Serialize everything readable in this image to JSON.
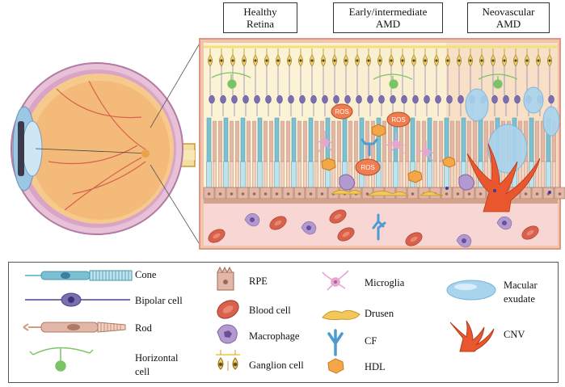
{
  "headers": {
    "healthy": "Healthy\nRetina",
    "early": "Early/intermediate\nAMD",
    "neo": "Neovascular\nAMD"
  },
  "ros_labels": [
    "ROS",
    "ROS",
    "ROS"
  ],
  "legend": {
    "cone": "Cone",
    "bipolar": "Bipolar cell",
    "rod": "Rod",
    "horizontal": "Horizontal\ncell",
    "rpe": "RPE",
    "blood": "Blood cell",
    "macrophage": "Macrophage",
    "ganglion": "Ganglion cell",
    "microglia": "Microglia",
    "drusen": "Drusen",
    "cf": "CF",
    "hdl": "HDL",
    "exudate": "Macular\nexudate",
    "cnv": "CNV"
  },
  "colors": {
    "frame": "#e8a88f",
    "retina_bg": "#fbf3d6",
    "early_bg": "#faf0d4",
    "neo_bg": "#f8e1c8",
    "choroid": "#f7d4d2",
    "cone": "#7cc0d4",
    "rod": "#e3b7a7",
    "bipolar": "#7b6fb0",
    "ganglion": "#f1d36a",
    "blood": "#d9604a",
    "macrophage": "#b29ad0",
    "microglia": "#e7a6cf",
    "drusen": "#f2c85a",
    "cf": "#4f9ad1",
    "hdl": "#f3a746",
    "exudate": "#a9d4ee",
    "cnv": "#e9572e",
    "ros": "#ef7d50"
  }
}
